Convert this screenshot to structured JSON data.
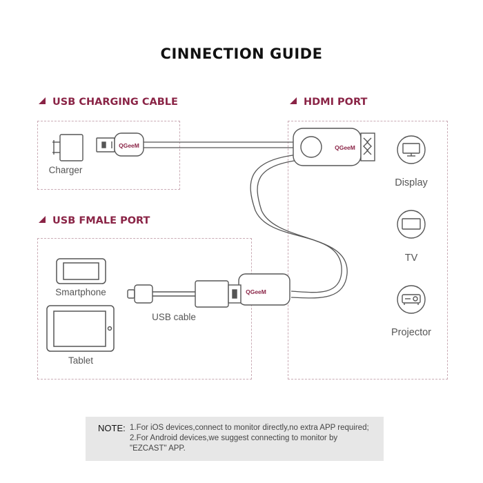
{
  "title": "CINNECTION GUIDE",
  "sections": {
    "usb_charging": "USB CHARGING CABLE",
    "hdmi_port": "HDMI PORT",
    "usb_female": "USB FMALE PORT"
  },
  "devices": {
    "charger": "Charger",
    "smartphone": "Smartphone",
    "tablet": "Tablet",
    "usb_cable": "USB cable",
    "display": "Display",
    "tv": "TV",
    "projector": "Projector"
  },
  "brand": "QGeeM",
  "note": {
    "label": "NOTE:",
    "line1": "1.For iOS devices,connect to monitor directly,no extra APP required;",
    "line2": "2.For Android devices,we suggest connecting to monitor by",
    "line3": "\"EZCAST\" APP."
  },
  "colors": {
    "accent": "#8a2446",
    "dashed_border": "#c9aab4",
    "note_bg": "#e7e7e7"
  }
}
